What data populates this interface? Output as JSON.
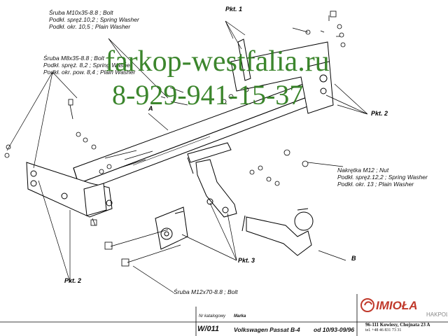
{
  "labels": {
    "bolt_m10": [
      "Śruba M10x35-8.8 ;  Bolt",
      "Podkł. spręż.10,2 ; Spring Washer",
      "Podkł. okr. 10,5 ; Plain Washer"
    ],
    "bolt_m8": [
      "Śruba M8x35-8.8 ;  Bolt",
      "Podkł. spręż. 8,2 ; Spring Washer",
      "Podkł. okr. pow.  8,4 ; Plain Washer"
    ],
    "nut_m12": [
      "Nakrętka  M12 ; Nut",
      "Podkł. spręż.12,2 ; Spring Washer",
      "Podkł. okr. 13 ; Plain Washer"
    ],
    "bolt_m12": "Śruba M12x70-8.8 ;  Bolt"
  },
  "callouts": {
    "pkt1": "Pkt. 1",
    "pkt2_right": "Pkt. 2",
    "pkt2_left": "Pkt. 2",
    "pkt3": "Pkt. 3",
    "a": "A",
    "b": "B"
  },
  "watermark": {
    "site": "farkop-westfalia.ru",
    "phone": "8-929-941-15-37",
    "color": "#2e7d1e"
  },
  "title_block": {
    "catalog_label": "Nr katalogowy",
    "catalog_value": "W/011",
    "brand_label": "Marka",
    "model": "Volkswagen Passat B-4",
    "years": "od 10/93-09/96"
  },
  "company": {
    "logo_text": "IMIOŁA",
    "logo_sub": "HAKPOL",
    "address": "96-111 Kowiesy, Chojnata 23 A",
    "phone": "tel. +48 46 831 73 31",
    "accent": "#c0392b"
  }
}
